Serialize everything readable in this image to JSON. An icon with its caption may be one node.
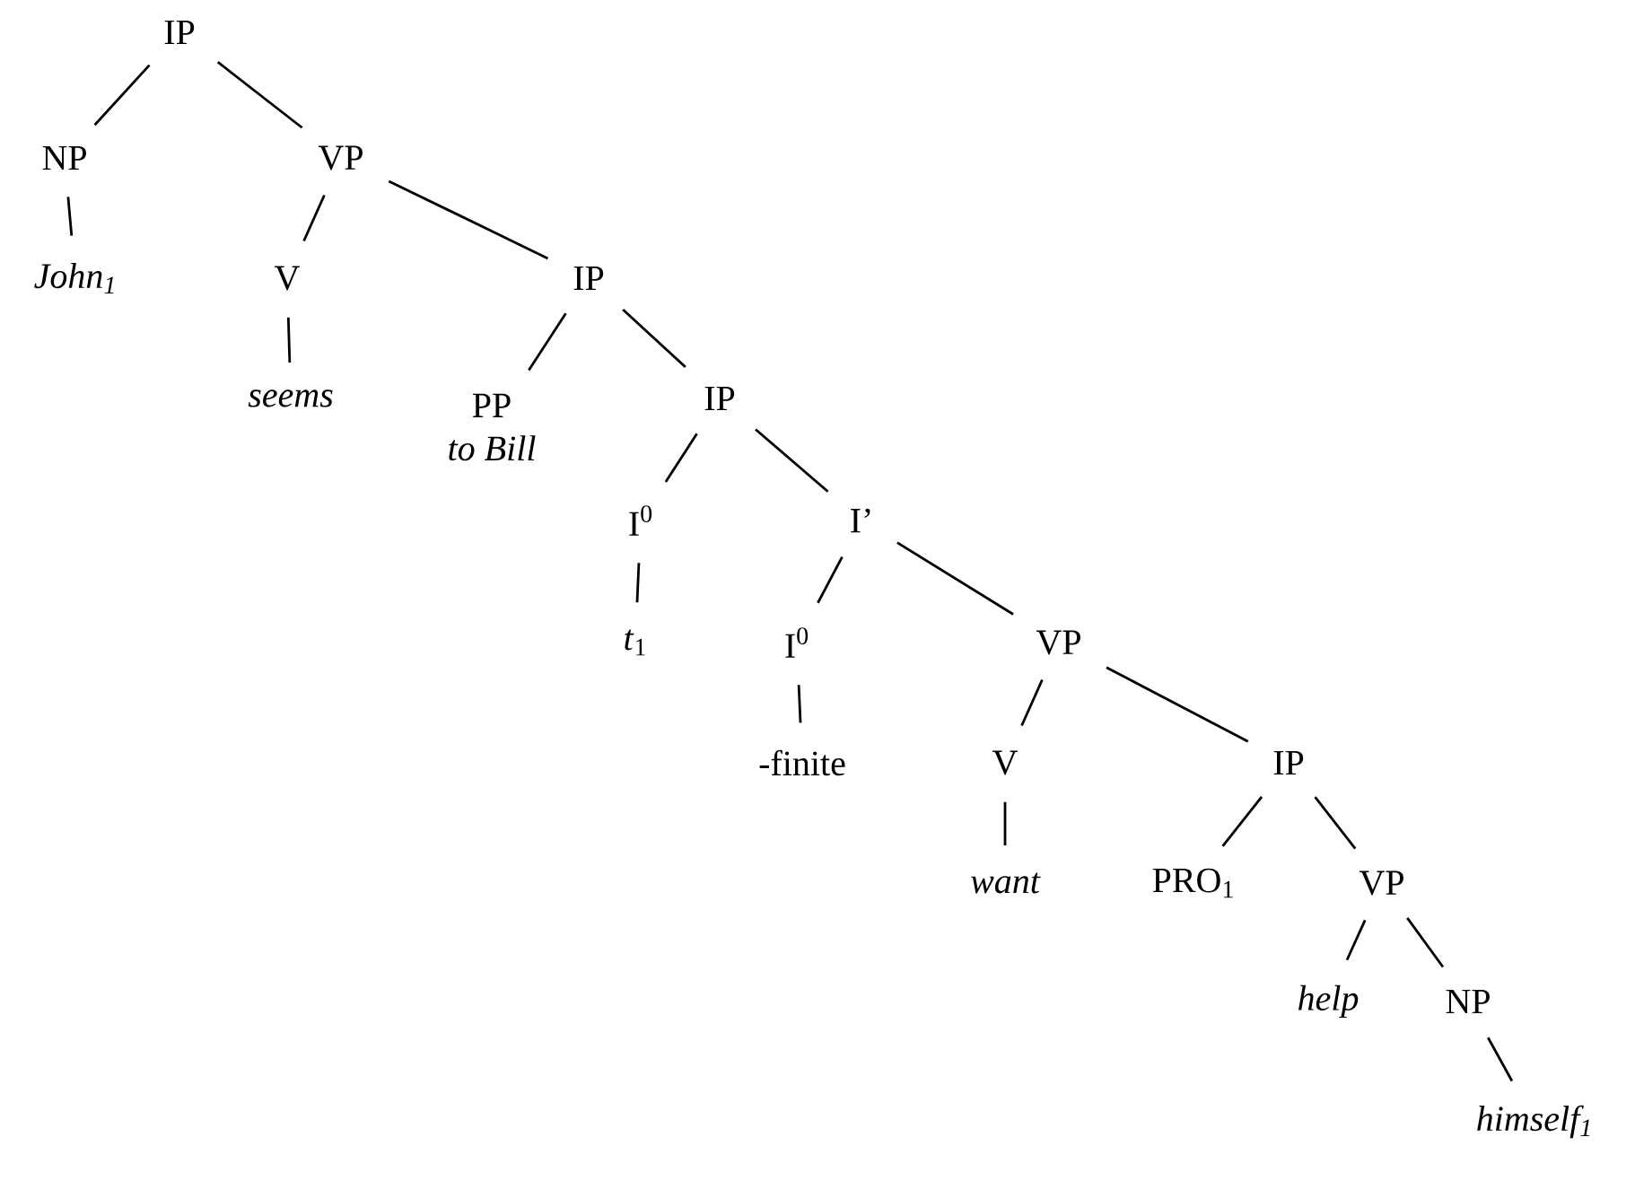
{
  "diagram": {
    "nodes": [
      {
        "text": [
          "IP"
        ]
      },
      {
        "text": [
          "NP"
        ]
      },
      {
        "text": [
          "VP"
        ]
      },
      {
        "text": [
          "John$_{1}$"
        ]
      },
      {
        "text": [
          "V"
        ]
      },
      {
        "text": [
          "IP"
        ]
      },
      {
        "text": [
          "seems"
        ]
      },
      {
        "text": [
          "PP",
          "*to Bill*"
        ]
      },
      {
        "text": [
          "IP"
        ]
      },
      {
        "text": [
          "I$^{0}$"
        ]
      },
      {
        "text": [
          "I’"
        ]
      },
      {
        "text": [
          "*t*$_{1}$"
        ]
      },
      {
        "text": [
          "I$^{0}$"
        ]
      },
      {
        "text": [
          "VP"
        ]
      },
      {
        "text": [
          "-finite"
        ]
      },
      {
        "text": [
          "V"
        ]
      },
      {
        "text": [
          "IP"
        ]
      },
      {
        "text": [
          "want"
        ]
      },
      {
        "text": [
          "PRO$_{1}$"
        ]
      },
      {
        "text": [
          "VP"
        ]
      },
      {
        "text": [
          "help"
        ]
      },
      {
        "text": [
          "NP"
        ]
      },
      {
        "text": [
          "himself$_{1}$"
        ]
      }
    ],
    "edges": [
      {
        "from": 0,
        "to": 1,
        "arrow": "none"
      },
      {
        "from": 0,
        "to": 2,
        "arrow": "none"
      },
      {
        "from": 1,
        "to": 3,
        "arrow": "none"
      },
      {
        "from": 2,
        "to": 4,
        "arrow": "none"
      },
      {
        "from": 2,
        "to": 5,
        "arrow": "none"
      },
      {
        "from": 4,
        "to": 6,
        "arrow": "none"
      },
      {
        "from": 5,
        "to": 7,
        "arrow": "none"
      },
      {
        "from": 5,
        "to": 8,
        "arrow": "none"
      },
      {
        "from": 8,
        "to": 9,
        "arrow": "none"
      },
      {
        "from": 8,
        "to": 10,
        "arrow": "none"
      },
      {
        "from": 9,
        "to": 11,
        "arrow": "none"
      },
      {
        "from": 10,
        "to": 12,
        "arrow": "none"
      },
      {
        "from": 10,
        "to": 13,
        "arrow": "none"
      },
      {
        "from": 12,
        "to": 14,
        "arrow": "none"
      },
      {
        "from": 13,
        "to": 15,
        "arrow": "none"
      },
      {
        "from": 13,
        "to": 16,
        "arrow": "none"
      },
      {
        "from": 15,
        "to": 17,
        "arrow": "none"
      },
      {
        "from": 16,
        "to": 18,
        "arrow": "none"
      },
      {
        "from": 16,
        "to": 19,
        "arrow": "none"
      },
      {
        "from": 19,
        "to": 20,
        "arrow": "none"
      },
      {
        "from": 19,
        "to": 21,
        "arrow": "none"
      },
      {
        "from": 21,
        "to": 22,
        "arrow": "none"
      }
    ]
  }
}
